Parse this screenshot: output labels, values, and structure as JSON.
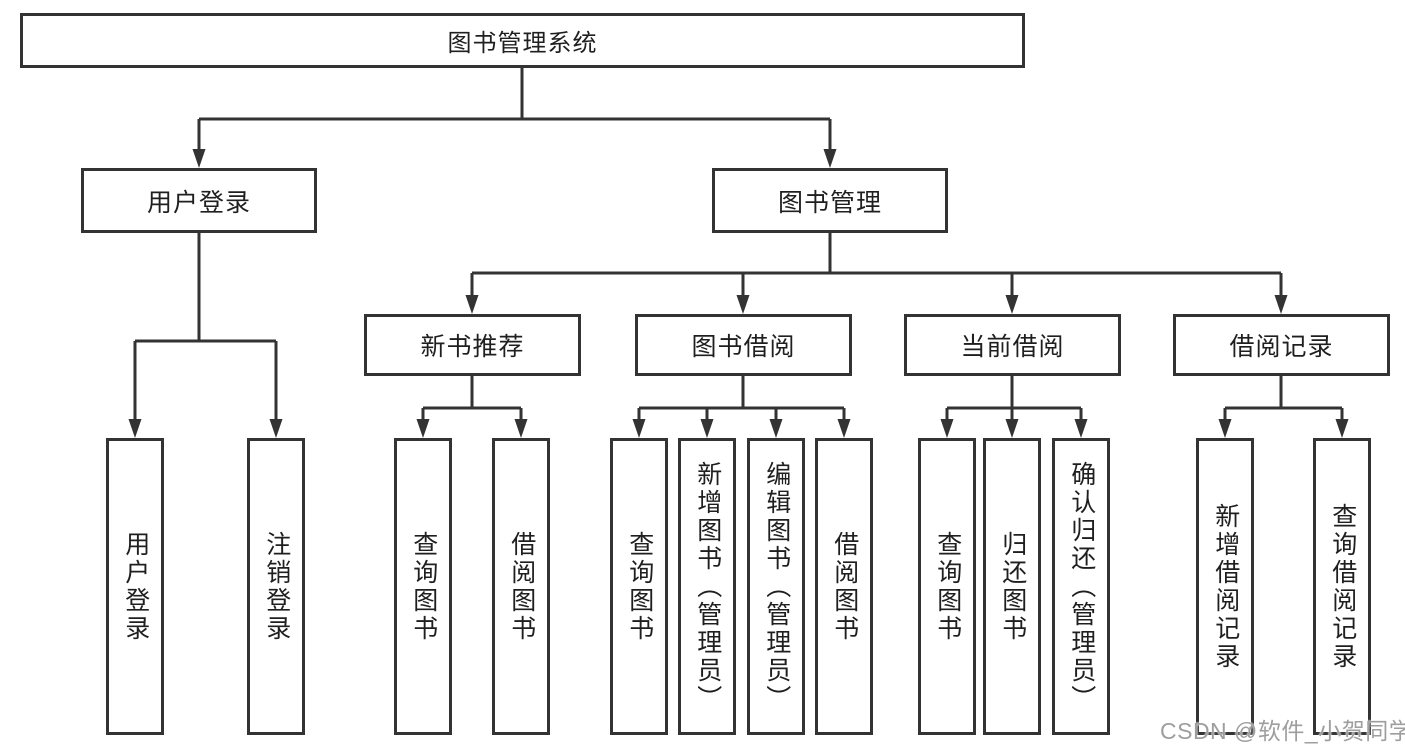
{
  "tree": {
    "label": "图书管理系统",
    "children": [
      {
        "label": "用户登录",
        "children": [
          {
            "label": "用户登录"
          },
          {
            "label": "注销登录"
          }
        ]
      },
      {
        "label": "图书管理",
        "children": [
          {
            "label": "新书推荐",
            "children": [
              {
                "label": "查询图书"
              },
              {
                "label": "借阅图书"
              }
            ]
          },
          {
            "label": "图书借阅",
            "children": [
              {
                "label": "查询图书"
              },
              {
                "label": "新增图书（管理员）"
              },
              {
                "label": "编辑图书（管理员）"
              },
              {
                "label": "借阅图书"
              }
            ]
          },
          {
            "label": "当前借阅",
            "children": [
              {
                "label": "查询图书"
              },
              {
                "label": "归还图书"
              },
              {
                "label": "确认归还（管理员）"
              }
            ]
          },
          {
            "label": "借阅记录",
            "children": [
              {
                "label": "新增借阅记录"
              },
              {
                "label": "查询借阅记录"
              }
            ]
          }
        ]
      }
    ]
  },
  "watermark": "CSDN @软件_小贺同学",
  "colors": {
    "line": "#333333",
    "text": "#1f1f1f",
    "background": "#ffffff",
    "watermark": "#9e9e9e"
  }
}
